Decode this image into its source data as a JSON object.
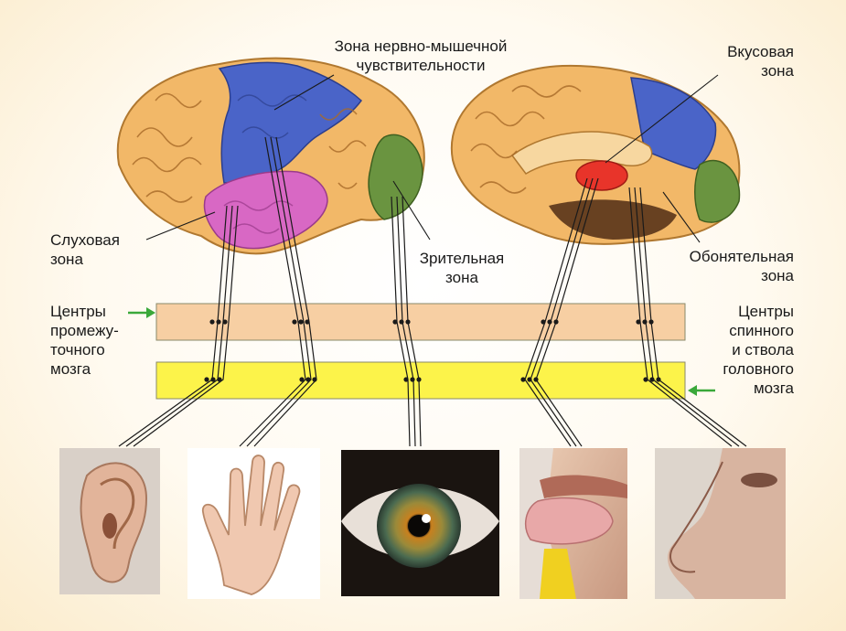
{
  "labels": {
    "neuromuscular": [
      "Зона нервно-мышечной",
      "чувствительности"
    ],
    "taste": [
      "Вкусовая",
      "зона"
    ],
    "auditory": [
      "Слуховая",
      "зона"
    ],
    "visual": [
      "Зрительная",
      "зона"
    ],
    "olfactory": [
      "Обонятельная",
      "зона"
    ],
    "diencephalon": [
      "Центры",
      "промежу-",
      "точного",
      "мозга"
    ],
    "spinal": [
      "Центры",
      "спинного",
      "и ствола",
      "головного",
      "мозга"
    ]
  },
  "colors": {
    "brain_orange": "#f2b868",
    "motor_blue": "#4a64c8",
    "auditory_pink": "#d868c4",
    "visual_green": "#6a9440",
    "taste_red": "#e8342a",
    "band_diencephalon": "#f7cfa3",
    "band_spinal": "#fcf34a",
    "arrow_green": "#3aa83a"
  },
  "icons": [
    "ear-photo",
    "hand-photo",
    "eye-photo",
    "tongue-photo",
    "nose-photo"
  ]
}
